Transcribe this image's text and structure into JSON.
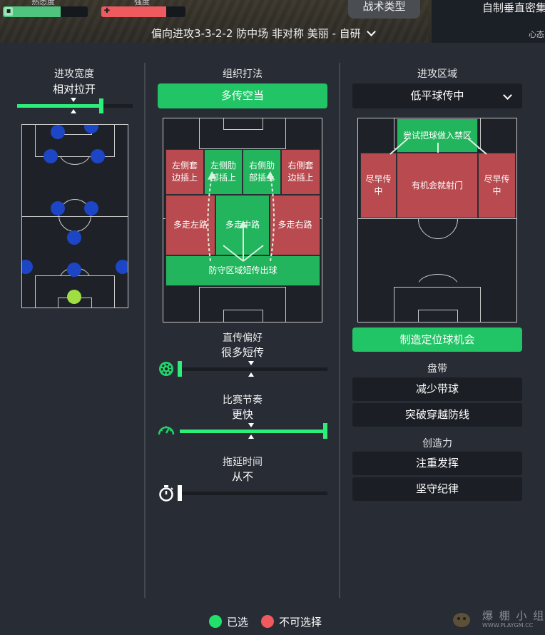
{
  "header": {
    "bar1_label_cut": "熟悉度",
    "bar2_label_cut": "强度",
    "bar1_color": "#4ec47e",
    "bar2_color": "#ef5a5e",
    "bar1_progress": 0.68,
    "bar2_progress": 0.77,
    "tactic_type_button": "战术类型",
    "custom_title": "自制垂直密集",
    "mentality_label": "心态",
    "formation_title": "偏向进攻3-3-2-2 防中场 非对称 美丽 - 自研"
  },
  "left": {
    "width_label": "进攻宽度",
    "width_value": "相对拉开",
    "width_progress": 0.73,
    "width_default": 0.5
  },
  "middle": {
    "approach_label": "组织打法",
    "approach_button": "多传空当",
    "zones": {
      "left_channel": "左侧套\n边插上",
      "left_half": "左侧肋\n部插上",
      "right_half": "右侧肋\n部插上",
      "right_channel": "右侧套\n边插上",
      "left_flank": "多走左路",
      "centre": "多走中路",
      "right_flank": "多走右路",
      "build_up": "防守区域短传出球"
    },
    "passing_label": "直传偏好",
    "passing_value": "很多短传",
    "passing_progress": 0.0,
    "passing_default": 0.5,
    "tempo_label": "比赛节奏",
    "tempo_value": "更快",
    "tempo_progress": 1.0,
    "tempo_default": 0.5,
    "timewasting_label": "拖延时间",
    "timewasting_value": "从不",
    "timewasting_progress": 0.0
  },
  "right": {
    "attack_zone_label": "进攻区域",
    "attack_zone_select": "低平球传中",
    "zones": {
      "work_into_box": "尝试把球做入禁区",
      "early_cross_left": "尽早传\n中",
      "shoot_on_sight": "有机会就射门",
      "early_cross_right": "尽早传\n中"
    },
    "set_piece_button": "制造定位球机会",
    "dribbling_label": "盘带",
    "dribble_less": "减少带球",
    "run_at_defence": "突破穿越防线",
    "creative_label": "创造力",
    "be_expressive": "注重发挥",
    "be_disciplined": "坚守纪律"
  },
  "legend": {
    "selected": "已选",
    "unavailable": "不可选择",
    "selected_color": "#22e06c",
    "unavailable_color": "#f05a5e"
  },
  "watermark": {
    "brand": "爆 棚 小 组",
    "site": "WWW.PLAYGM.CC"
  }
}
